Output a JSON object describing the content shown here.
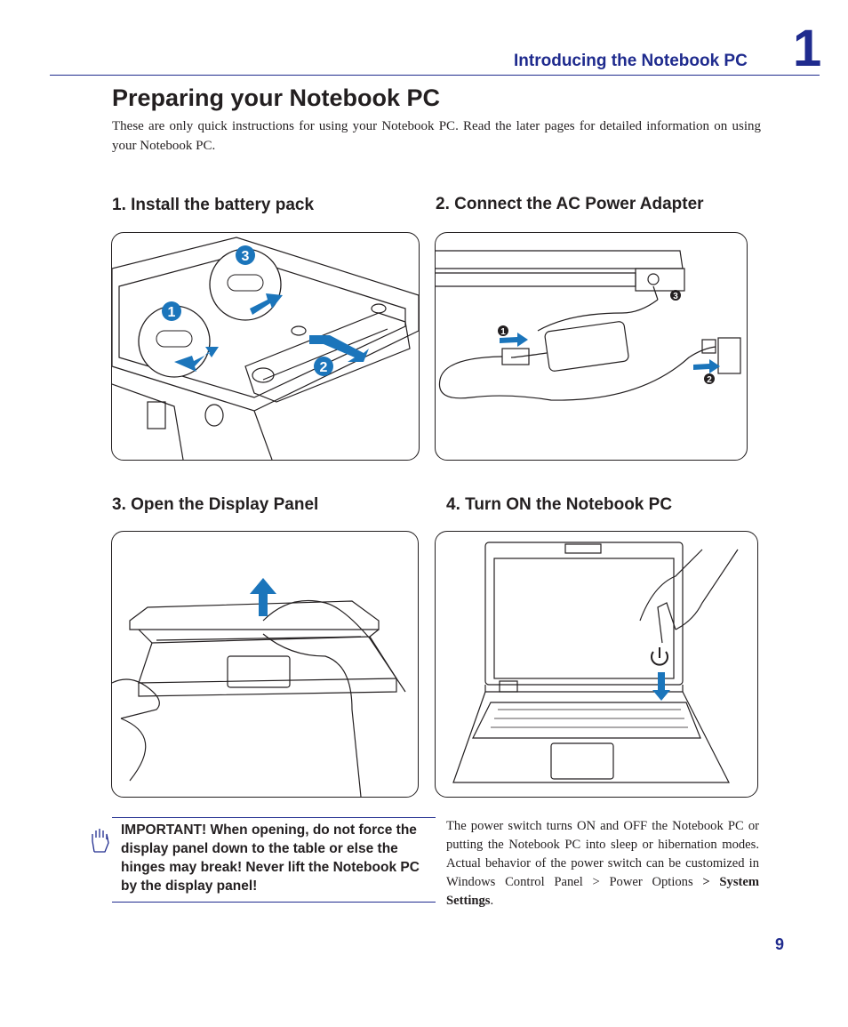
{
  "header": {
    "chapter_title": "Introducing the Notebook PC",
    "chapter_number": "1"
  },
  "page_title": "Preparing your Notebook PC",
  "intro": "These are only quick instructions for using your Notebook PC. Read the later pages for detailed information on using your Notebook PC.",
  "steps": [
    {
      "heading": "1. Install the battery pack",
      "markers": [
        "1",
        "2",
        "3"
      ]
    },
    {
      "heading": "2. Connect the AC Power Adapter",
      "markers": [
        "1",
        "2",
        "3"
      ]
    },
    {
      "heading": "3. Open the Display Panel"
    },
    {
      "heading": "4. Turn ON the Notebook PC"
    }
  ],
  "important_note": "IMPORTANT!  When opening, do not force the display panel down to the table or else the hinges may break! Never lift the Notebook PC by the display panel!",
  "power_description": {
    "text": "The power switch turns ON and OFF the Notebook PC or putting the Notebook PC into sleep or hibernation modes. Actual behavior of the power switch can be customized in Windows Control Panel > Power Options ",
    "bold_prefix": "> ",
    "bold": "System Settings",
    "suffix": "."
  },
  "page_number": "9",
  "colors": {
    "accent": "#1f2b8e",
    "arrow": "#1b75bb",
    "text": "#231f20"
  },
  "icons": {
    "note": "hand-icon",
    "power": "power-icon"
  }
}
